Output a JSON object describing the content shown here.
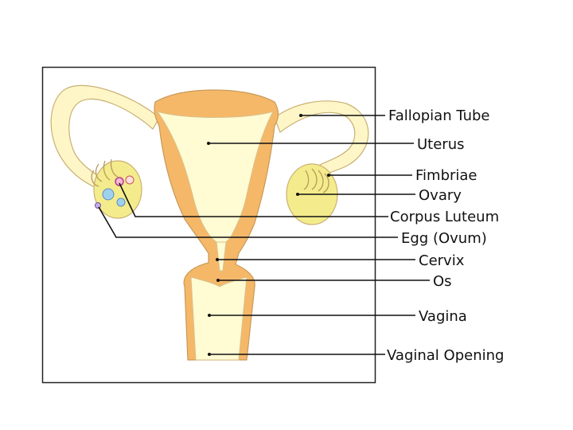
{
  "labels": {
    "fallopian_tube": "Fallopian Tube",
    "uterus": "Uterus",
    "fimbriae": "Fimbriae",
    "ovary": "Ovary",
    "corpus_luteum": "Corpus Luteum",
    "egg": "Egg (Ovum)",
    "cervix": "Cervix",
    "os": "Os",
    "vagina": "Vagina",
    "vaginal_opening": "Vaginal Opening"
  },
  "colors": {
    "muscle_wall": "#f5b868",
    "cavity": "#fffbd2",
    "tube": "#fff6c8",
    "ovary": "#f4ec8c",
    "outline": "#c89a5a",
    "frame": "#222222",
    "leader": "#111111"
  }
}
